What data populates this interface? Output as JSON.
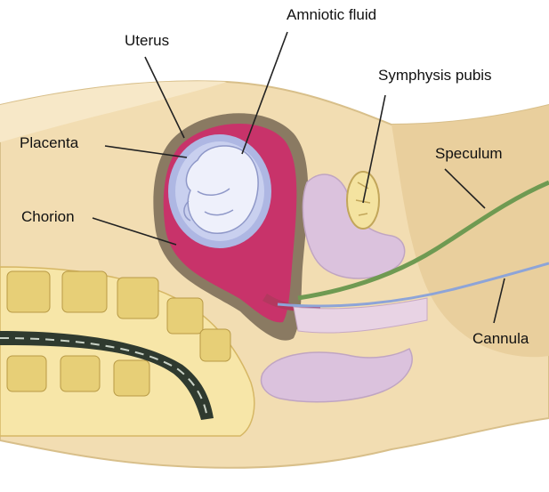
{
  "labels": {
    "uterus": "Uterus",
    "amniotic_fluid": "Amniotic fluid",
    "symphysis_pubis": "Symphysis pubis",
    "placenta": "Placenta",
    "speculum": "Speculum",
    "chorion": "Chorion",
    "cannula": "Cannula"
  },
  "colors": {
    "background": "#ffffff",
    "skin": "#f2ddb2",
    "skin_shadow": "#e3c690",
    "uterine_wall": "#8a7a62",
    "placenta": "#c8336a",
    "amniotic_sac": "#aeb7e3",
    "fetus": "#eef0fb",
    "organ_pink": "#dbc2dd",
    "bone": "#f4e3a0",
    "speculum": "#6f9a52",
    "cannula": "#8da4d8",
    "leader_line": "#222222"
  }
}
